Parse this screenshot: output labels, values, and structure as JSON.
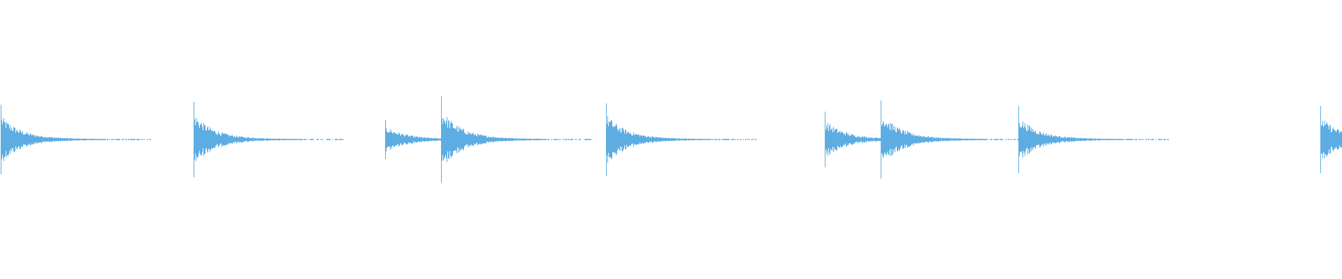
{
  "chart_data": {
    "type": "waveform",
    "color": "#5dade2",
    "background": "#ffffff",
    "ylim": [
      -1,
      1
    ],
    "events": [
      {
        "peak": 0.25
      },
      {
        "peak": 0.27
      },
      {
        "peak": 0.14
      },
      {
        "peak": 0.31
      },
      {
        "peak": 0.26
      },
      {
        "peak": 0.2
      },
      {
        "peak": 0.28
      },
      {
        "peak": 0.24
      },
      {
        "peak": 0.24
      }
    ]
  }
}
